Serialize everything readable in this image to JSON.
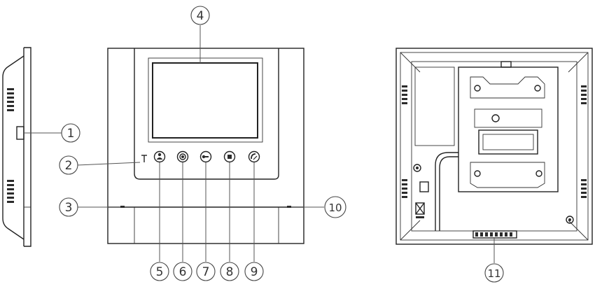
{
  "callouts": {
    "c1": "1",
    "c2": "2",
    "c3": "3",
    "c4": "4",
    "c5": "5",
    "c6": "6",
    "c7": "7",
    "c8": "8",
    "c9": "9",
    "c10": "10",
    "c11": "11"
  },
  "icons": {
    "button5": "person-icon",
    "button6": "monitor-camera-icon",
    "button7": "key-unlock-icon",
    "button8": "stop-square-icon",
    "button9": "handset-icon",
    "mic": "microphone-mark",
    "bin": "crossed-out-bin-icon"
  }
}
